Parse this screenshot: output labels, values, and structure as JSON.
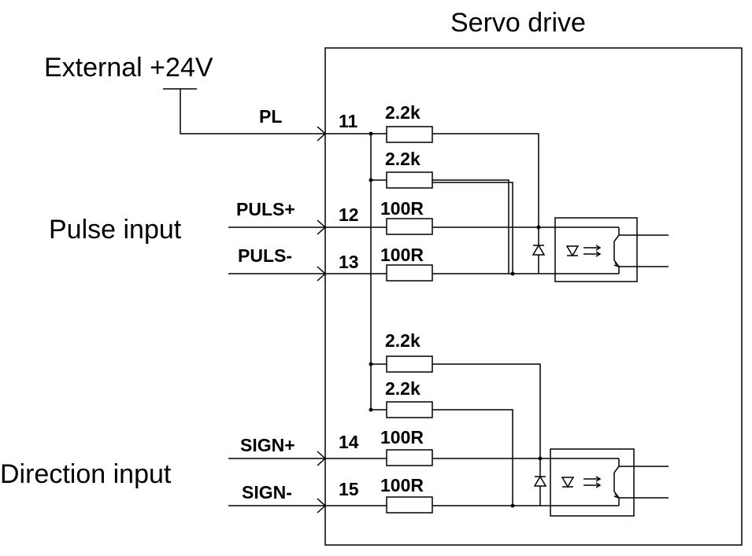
{
  "title": "Servo drive",
  "external_supply": "External +24V",
  "groups": {
    "pulse": "Pulse input",
    "direction": "Direction input"
  },
  "signals": {
    "pl": "PL",
    "puls_plus": "PULS+",
    "puls_minus": "PULS-",
    "sign_plus": "SIGN+",
    "sign_minus": "SIGN-"
  },
  "pins": {
    "pl": "11",
    "puls_plus": "12",
    "puls_minus": "13",
    "sign_plus": "14",
    "sign_minus": "15"
  },
  "resistors": {
    "r1": "2.2k",
    "r2": "2.2k",
    "r3": "100R",
    "r4": "100R",
    "r5": "2.2k",
    "r6": "2.2k",
    "r7": "100R",
    "r8": "100R"
  }
}
